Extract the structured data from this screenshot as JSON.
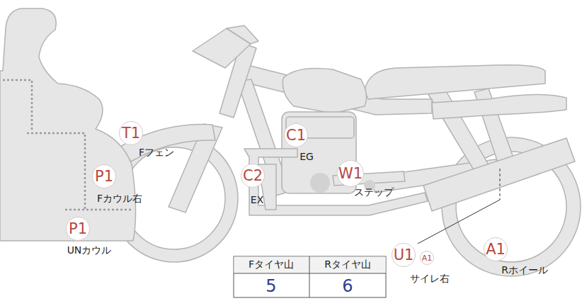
{
  "diagram": {
    "nodes": [
      {
        "text": [
          "T1",
          "Fフェン"
        ]
      },
      {
        "text": [
          "C1",
          "EG"
        ]
      },
      {
        "text": [
          "P1",
          "Fカウル右"
        ]
      },
      {
        "text": [
          "C2",
          "EX"
        ]
      },
      {
        "text": [
          "W1",
          "ステップ"
        ]
      },
      {
        "text": [
          "P1",
          "UNカウル"
        ]
      },
      {
        "text": [
          "U1",
          "サイレ右"
        ]
      },
      {
        "text": [
          "A1"
        ]
      },
      {
        "text": [
          "A1",
          "Rホイール"
        ]
      }
    ],
    "labels": [
      "Fタイヤ山",
      "Rタイヤ山",
      "5",
      "6"
    ]
  }
}
